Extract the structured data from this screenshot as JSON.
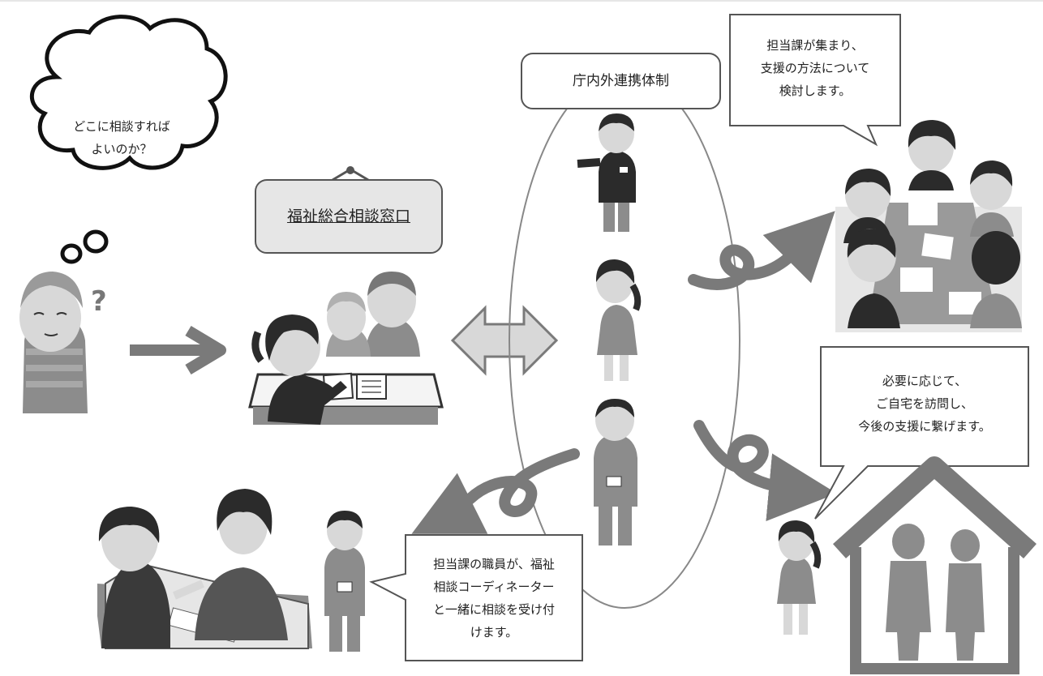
{
  "thought": {
    "lines": [
      "どこに相談すれば",
      "よいのか？"
    ]
  },
  "sign": {
    "label": "福祉総合相談窓口"
  },
  "system": {
    "label": "庁内外連携体制"
  },
  "bubble_meeting": {
    "lines": [
      "担当課が集まり、",
      "支援の方法について",
      "検討します。"
    ]
  },
  "bubble_visit": {
    "lines": [
      "必要に応じて、",
      "ご自宅を訪問し、",
      "今後の支援に繋げます。"
    ]
  },
  "bubble_staff": {
    "lines": [
      "担当課の職員が、福祉",
      "相談コーディネーター",
      "と一緒に相談を受け付",
      "けます。"
    ]
  },
  "colors": {
    "arrow": "#7a7a7a",
    "line": "#555555",
    "panel": "#e6e6e6",
    "figure": "#8c8c8c",
    "dark": "#2b2b2b",
    "skin": "#d8d8d8"
  }
}
